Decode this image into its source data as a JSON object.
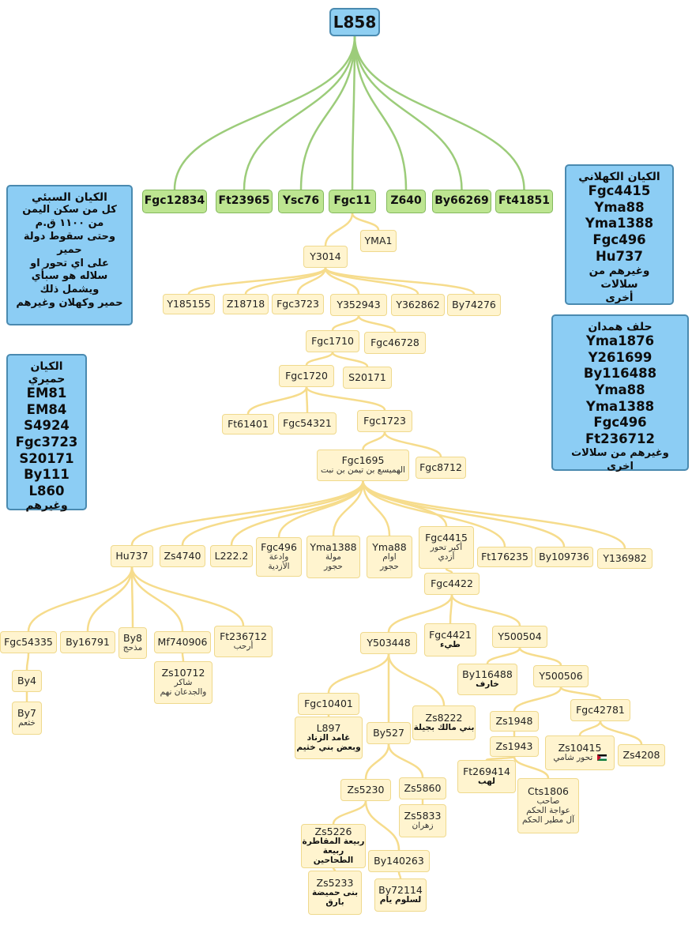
{
  "root": {
    "label": "L858"
  },
  "top_branches": {
    "fgc12834": "Fgc12834",
    "ft23965": "Ft23965",
    "ysc76": "Ysc76",
    "fgc11": "Fgc11",
    "z640": "Z640",
    "by66269": "By66269",
    "ft41851": "Ft41851"
  },
  "nodes": {
    "yma1": {
      "label": "YMA1"
    },
    "y3014": {
      "label": "Y3014"
    },
    "y185155": {
      "label": "Y185155"
    },
    "z18718": {
      "label": "Z18718"
    },
    "fgc3723": {
      "label": "Fgc3723"
    },
    "y352943": {
      "label": "Y352943"
    },
    "y362862": {
      "label": "Y362862"
    },
    "by74276": {
      "label": "By74276"
    },
    "fgc1710": {
      "label": "Fgc1710"
    },
    "fgc46728": {
      "label": "Fgc46728"
    },
    "fgc1720": {
      "label": "Fgc1720"
    },
    "s20171": {
      "label": "S20171"
    },
    "ft61401": {
      "label": "Ft61401"
    },
    "fgc54321": {
      "label": "Fgc54321"
    },
    "fgc1723": {
      "label": "Fgc1723"
    },
    "fgc1695": {
      "label": "Fgc1695",
      "sub": "الهميسع بن تيمن بن نبت"
    },
    "fgc8712": {
      "label": "Fgc8712"
    },
    "hu737": {
      "label": "Hu737"
    },
    "zs4740": {
      "label": "Zs4740"
    },
    "l2222": {
      "label": "L222.2"
    },
    "fgc496": {
      "label": "Fgc496",
      "sub": "وادعة\nالأزدية"
    },
    "yma1388": {
      "label": "Yma1388",
      "sub": "مولة\nحجور"
    },
    "yma88": {
      "label": "Yma88",
      "sub": "اوام\nحجور"
    },
    "fgc4415": {
      "label": "Fgc4415",
      "sub": "أكبر تحور\nأزدي"
    },
    "ft176235": {
      "label": "Ft176235"
    },
    "by109736": {
      "label": "By109736"
    },
    "y136982": {
      "label": "Y136982"
    },
    "fgc4422": {
      "label": "Fgc4422"
    },
    "fgc54335": {
      "label": "Fgc54335"
    },
    "by16791": {
      "label": "By16791"
    },
    "by8": {
      "label": "By8",
      "sub": "مذحج"
    },
    "mf740906": {
      "label": "Mf740906"
    },
    "ft236712": {
      "label": "Ft236712",
      "sub": "أرحب"
    },
    "by4": {
      "label": "By4"
    },
    "by7": {
      "label": "By7",
      "sub": "خثعم"
    },
    "zs10712": {
      "label": "Zs10712",
      "sub": "شاكر\nوالجدعان نهم"
    },
    "y503448": {
      "label": "Y503448"
    },
    "fgc4421": {
      "label": "Fgc4421",
      "sub": "طيء"
    },
    "y500504": {
      "label": "Y500504"
    },
    "by116488": {
      "label": "By116488",
      "sub": "خارف"
    },
    "y500506": {
      "label": "Y500506"
    },
    "fgc10401": {
      "label": "Fgc10401"
    },
    "l897": {
      "label": "L897",
      "sub": "غامد الزناد\nوبعض بني خثيم"
    },
    "by527": {
      "label": "By527"
    },
    "zs8222": {
      "label": "Zs8222",
      "sub": "بني مالك بجيلة"
    },
    "zs1948": {
      "label": "Zs1948"
    },
    "fgc42781": {
      "label": "Fgc42781"
    },
    "zs1943": {
      "label": "Zs1943"
    },
    "zs10415": {
      "label": "Zs10415",
      "sub": "تحور شامي"
    },
    "zs4208": {
      "label": "Zs4208"
    },
    "ft269414": {
      "label": "Ft269414",
      "sub": "لهب"
    },
    "cts1806": {
      "label": "Cts1806",
      "sub": "صاحب\nعواجة الحكم\nآل مطير الحكم"
    },
    "zs5230": {
      "label": "Zs5230"
    },
    "zs5860": {
      "label": "Zs5860"
    },
    "zs5833": {
      "label": "Zs5833",
      "sub": "زهران"
    },
    "zs5226": {
      "label": "Zs5226",
      "sub": "ربيعة المقاطرة\nربيعة الطحاحين"
    },
    "by140263": {
      "label": "By140263"
    },
    "zs5233": {
      "label": "Zs5233",
      "sub": "بنى حميضة\nبارق"
    },
    "by72114": {
      "label": "By72114",
      "sub": "لسلوم يام"
    }
  },
  "info_boxes": {
    "sabaean": {
      "title": "الكيان السبئي",
      "lines": [
        "كل من سكن اليمن",
        "من ١١٠٠ ق.م",
        "وحتى سقوط دولة حمير",
        "على اي تحور او",
        "سلاله هو سبأي",
        "ويشمل ذلك",
        "حمير وكهلان وغيرهم"
      ]
    },
    "himyarite": {
      "title": "الكيان حميري",
      "lines": [
        "EM81",
        "EM84",
        "S4924",
        "Fgc3723",
        "S20171",
        "By111",
        "L860",
        "وغيرهم"
      ]
    },
    "kahlani": {
      "title": "الكيان الكهلاني",
      "lines": [
        "Fgc4415",
        "Yma88",
        "Yma1388",
        "Fgc496",
        "Hu737",
        "وغيرهم من سلالات",
        "أخرى"
      ]
    },
    "hamdan": {
      "title": "حلف همدان",
      "lines": [
        "Yma1876",
        "Y261699",
        "By116488",
        "Yma88",
        "Yma1388",
        "Fgc496",
        "Ft236712",
        "وغيرهم من سلالات اخرى"
      ]
    }
  },
  "colors": {
    "root": "#8fcff2",
    "green": "#bde591",
    "yellow": "#fff4cf",
    "edge_green": "#9ccc7a",
    "edge_yellow": "#f6dc8c",
    "info": "#8ccdf4"
  }
}
